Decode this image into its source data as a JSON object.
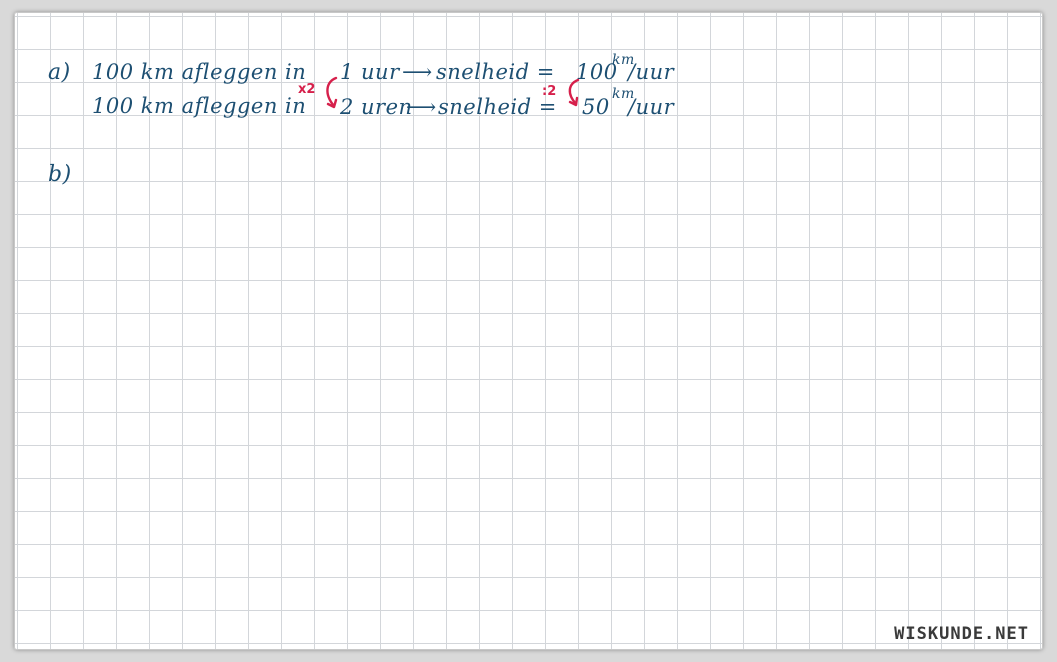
{
  "part_a": {
    "label": "a)",
    "line1": {
      "text": "100 km afleggen in",
      "time": "1 uur",
      "arrow": "⟶",
      "speed_label": "snelheid =",
      "speed_value": "100",
      "unit_top": "km",
      "unit_bottom": "/uur"
    },
    "line2": {
      "text": "100 km afleggen in",
      "time": "2 uren",
      "arrow": "⟶",
      "speed_label": "snelheid =",
      "speed_value": "50",
      "unit_top": "km",
      "unit_bottom": "/uur"
    },
    "factor_time": "x2",
    "factor_speed": ":2",
    "colors": {
      "ink": "#1d4f72",
      "annotation": "#d6204b"
    }
  },
  "part_b": {
    "label": "b)"
  },
  "brand": "WISKUNDE.NET"
}
